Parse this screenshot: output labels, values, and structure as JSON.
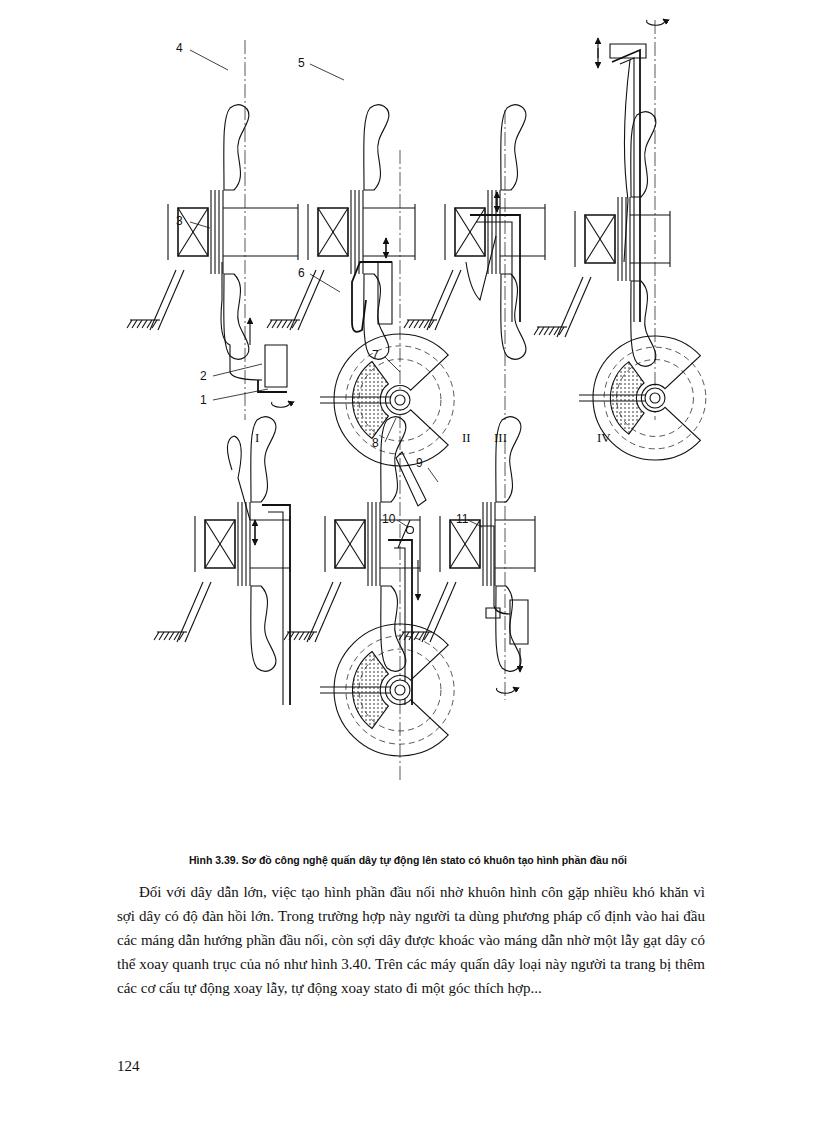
{
  "diagram": {
    "caption": "Hình 3.39. Sơ đồ công nghệ quấn dây tự động lên stato có khuôn tạo hình phần đầu nối",
    "labels": [
      "4",
      "5",
      "3",
      "6",
      "2",
      "1",
      "7",
      "8",
      "I",
      "II",
      "III",
      "IV",
      "9",
      "10",
      "11",
      "Đối với dây dẫn lớn, việc tạo hình phần đầu nối nhờ khuôn hình côn gặp nhiều khó khăn vì sợi dây có độ đàn hồi lớn. Trong trường hợp này người ta dùng phương pháp cố định vào hai đầu các máng dẫn hướng phần đầu nối, còn sợi dây được khoác vào máng dẫn nhờ một lẫy gạt dây có thể xoay quanh trục của nó như hình 3.40. Trên các máy quấn dây loại này người ta trang bị thêm các cơ cấu tự động xoay lẫy, tự động xoay stato đi một góc thích hợp...",
      "124"
    ]
  }
}
